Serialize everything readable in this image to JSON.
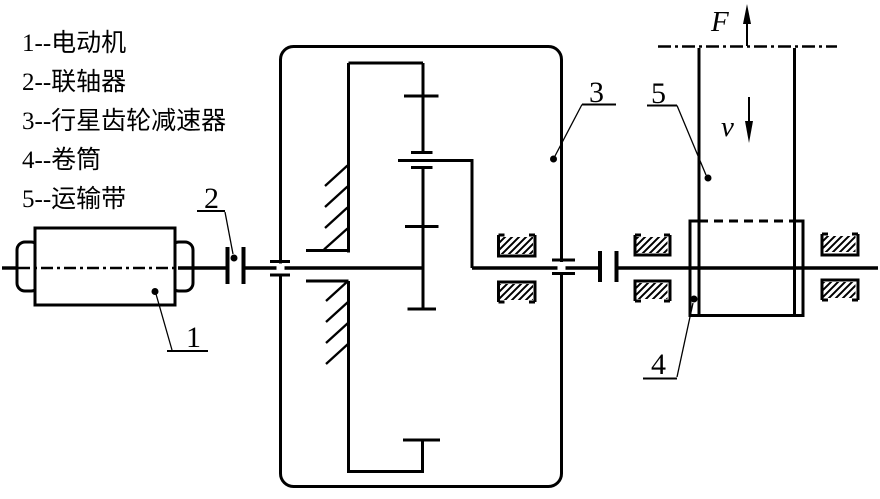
{
  "legend": {
    "items": [
      "1--电动机",
      "2--联轴器",
      "3--行星齿轮减速器",
      "4--卷筒",
      "5--运输带"
    ]
  },
  "part_labels": {
    "motor": "1",
    "coupling": "2",
    "reducer": "3",
    "drum": "4",
    "belt": "5"
  },
  "annotations": {
    "force": "F",
    "velocity": "v"
  },
  "colors": {
    "line": "#000000",
    "background": "#ffffff"
  }
}
